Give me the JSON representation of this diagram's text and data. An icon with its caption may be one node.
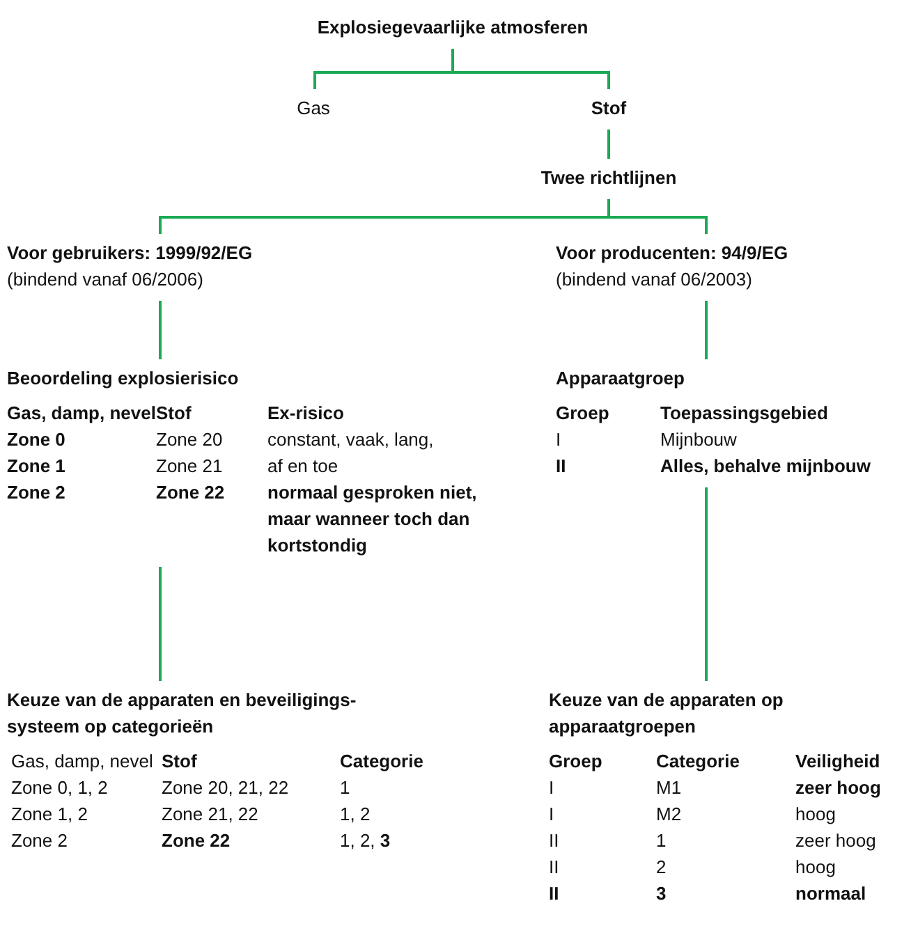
{
  "diagram": {
    "nodes": [
      {
        "text": [
          "Explosiegevaarlijke atmosferen"
        ]
      },
      {
        "text": [
          "Gas"
        ]
      },
      {
        "text": [
          "Stof"
        ]
      },
      {
        "text": [
          "Twee richtlijnen"
        ]
      },
      {
        "text": [
          "Voor gebruikers: 1999/92/EG",
          "(bindend vanaf 06/2006)"
        ]
      },
      {
        "text": [
          "Voor producenten: 94/9/EG",
          "(bindend vanaf 06/2003)"
        ]
      },
      {
        "text": [
          "Beoordeling explosierisico"
        ]
      },
      {
        "text": [
          "Apparaatgroep"
        ]
      },
      {
        "text": [
          "Keuze van de apparaten en beveiligings- systeem op categorieën"
        ]
      },
      {
        "text": [
          "Keuze van de apparaten op apparaatgroepen"
        ]
      }
    ],
    "edges": [
      {
        "from": 0,
        "to": 1,
        "arrow": "none"
      },
      {
        "from": 0,
        "to": 2,
        "arrow": "none"
      },
      {
        "from": 2,
        "to": 3,
        "arrow": "none"
      },
      {
        "from": 3,
        "to": 4,
        "arrow": "none"
      },
      {
        "from": 3,
        "to": 5,
        "arrow": "none"
      },
      {
        "from": 4,
        "to": 6,
        "arrow": "none"
      },
      {
        "from": 5,
        "to": 7,
        "arrow": "none"
      },
      {
        "from": 6,
        "to": 8,
        "arrow": "none"
      },
      {
        "from": 7,
        "to": 9,
        "arrow": "none"
      }
    ],
    "labels": [
      "Gas, damp, nevel",
      "Stof",
      "Ex-risico",
      "Zone 0",
      "Zone 20",
      "constant, vaak, lang,",
      "Zone 1",
      "Zone 21",
      "af en toe",
      "Zone 2",
      "Zone 22",
      "normaal gesproken niet, maar wanneer toch dan kortstondig",
      "Groep",
      "Toepassingsgebied",
      "I",
      "Mijnbouw",
      "II",
      "Alles, behalve mijnbouw",
      "Gas, damp, nevel",
      "Stof",
      "Categorie",
      "Zone 0, 1, 2",
      "Zone 20, 21, 22",
      "1",
      "Zone 1, 2",
      "Zone 21, 22",
      "1, 2",
      "Zone 2",
      "Zone 22",
      "1, 2, **3**",
      "Groep",
      "Categorie",
      "Veiligheid",
      "I",
      "M1",
      "zeer hoog",
      "I",
      "M2",
      "hoog",
      "II",
      "1",
      "zeer hoog",
      "II",
      "2",
      "hoog",
      "II",
      "3",
      "normaal"
    ]
  }
}
